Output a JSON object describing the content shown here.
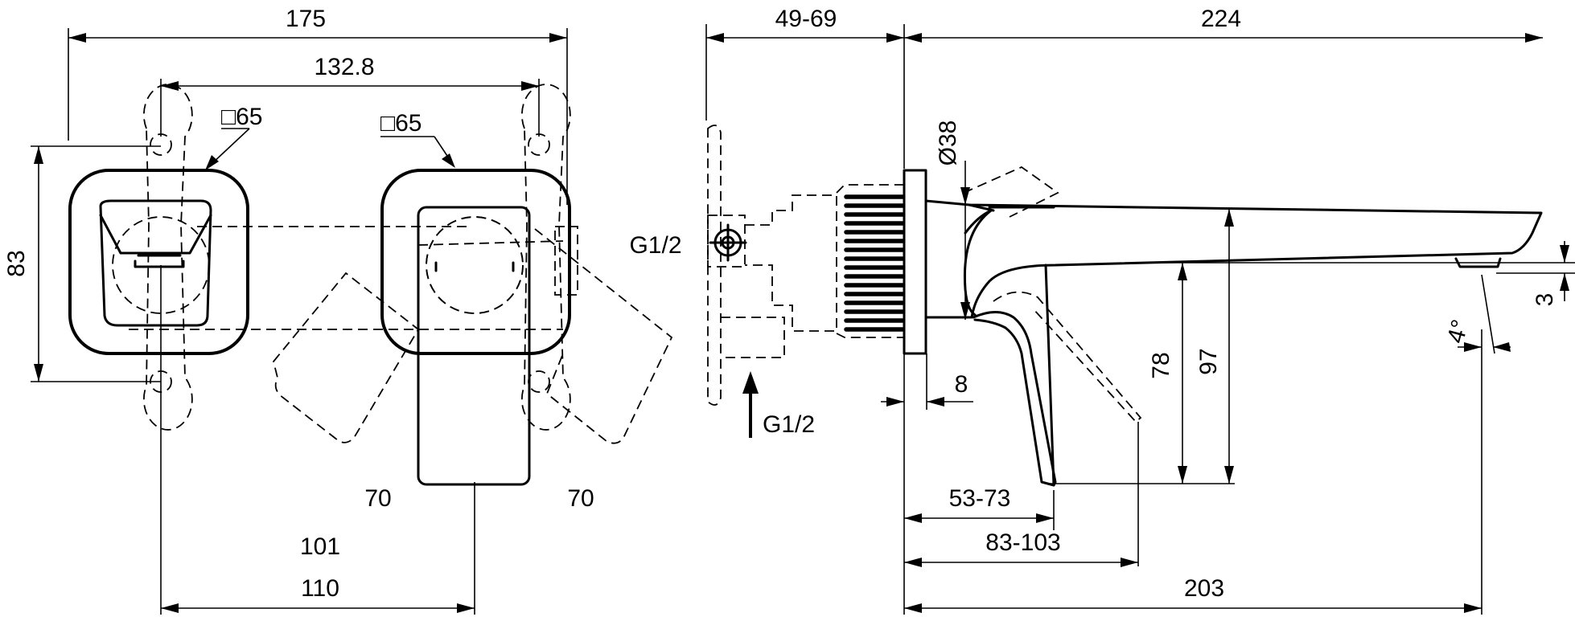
{
  "front_view": {
    "dims": {
      "overall_width": "175",
      "hole_spacing": "132.8",
      "plate_square_left": "□65",
      "plate_square_right": "□65",
      "height": "83",
      "lever_rotation_left": "70",
      "lever_rotation_right": "70",
      "depth_101": "101",
      "offset_110": "110"
    }
  },
  "side_view": {
    "dims": {
      "wall_depth": "49-69",
      "spout_length": "224",
      "rosette_diameter": "Ø38",
      "inlet_thread_side": "G1/2",
      "inlet_thread_bottom": "G1/2",
      "flange_thickness": "8",
      "spout_height_78": "78",
      "spout_height_97": "97",
      "outlet_height_3": "3",
      "outlet_angle": "4°",
      "lever_reach_53_73": "53-73",
      "lever_reach_83_103": "83-103",
      "total_projection": "203"
    }
  }
}
